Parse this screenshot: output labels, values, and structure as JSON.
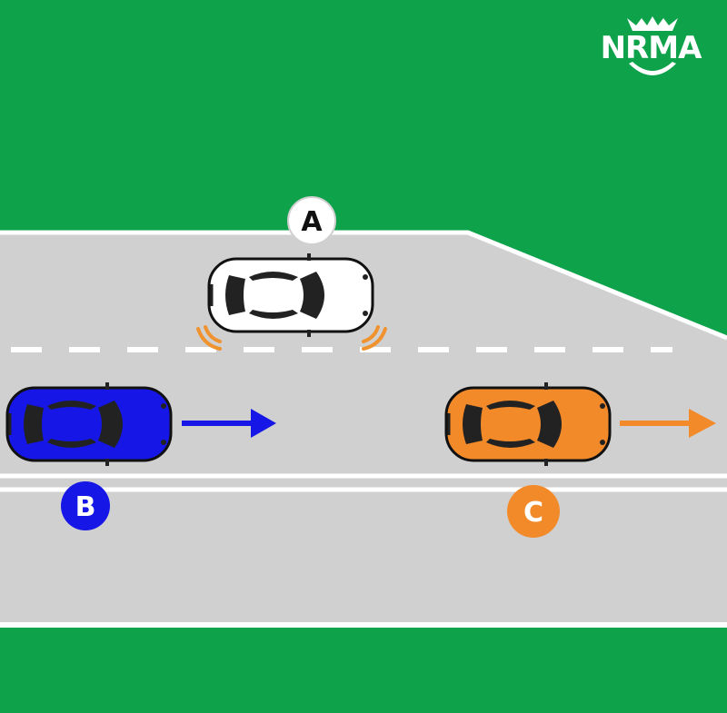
{
  "brand": {
    "name": "NRMA",
    "icon": "nrma-logo-icon"
  },
  "colors": {
    "grass": "#0ea24a",
    "road": "#d0d0d0",
    "lines": "#ffffff",
    "car_a": "#ffffff",
    "car_b": "#1616e6",
    "car_c": "#f28a2a",
    "sensor_waves": "#f0922e",
    "glass": "#222222"
  },
  "vehicles": [
    {
      "id": "A",
      "label": "A",
      "color": "white",
      "heading": "right",
      "motion": "stationary"
    },
    {
      "id": "B",
      "label": "B",
      "color": "blue",
      "heading": "right",
      "motion": "moving"
    },
    {
      "id": "C",
      "label": "C",
      "color": "orange",
      "heading": "right",
      "motion": "moving"
    }
  ]
}
